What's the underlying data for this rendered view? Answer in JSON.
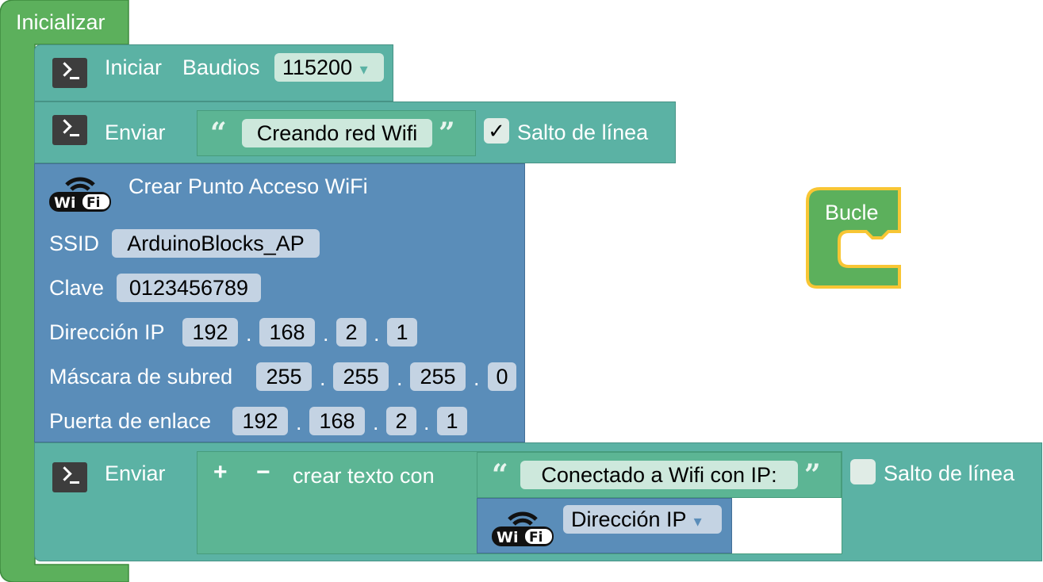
{
  "blocks": {
    "inicializar": {
      "label": "Inicializar"
    },
    "iniciar": {
      "label": "Iniciar",
      "baud_label": "Baudios",
      "baud_value": "115200"
    },
    "enviar1": {
      "label": "Enviar",
      "text": "Creando red Wifi",
      "newline_label": "Salto de línea",
      "newline_checked_glyph": "✓"
    },
    "wifi_ap": {
      "title": "Crear Punto Acceso WiFi",
      "ssid_label": "SSID",
      "ssid_value": "ArduinoBlocks_AP",
      "clave_label": "Clave",
      "clave_value": "0123456789",
      "ip_label": "Dirección IP",
      "ip": [
        "192",
        "168",
        "2",
        "1"
      ],
      "mask_label": "Máscara de subred",
      "mask": [
        "255",
        "255",
        "255",
        "0"
      ],
      "gw_label": "Puerta de enlace",
      "gw": [
        "192",
        "168",
        "2",
        "1"
      ],
      "sep": "."
    },
    "enviar2": {
      "label": "Enviar",
      "plus": "+",
      "minus": "−",
      "join_label": "crear texto con",
      "text": "Conectado a Wifi con IP:",
      "ip_block": "Dirección IP",
      "newline_label": "Salto de línea"
    },
    "bucle": {
      "label": "Bucle"
    }
  },
  "colors": {
    "inicializar": "#5cb05c",
    "serial": "#5bb2a4",
    "wifi": "#5a8db9",
    "text": "#5cb594",
    "bucle_outline": "#f8c634"
  }
}
